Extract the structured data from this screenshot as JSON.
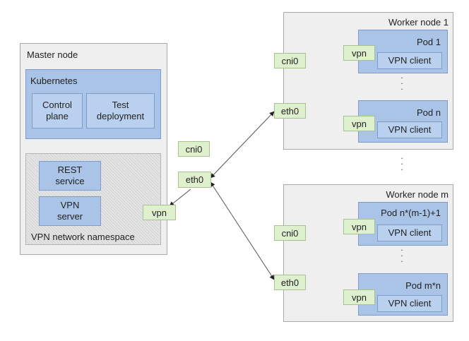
{
  "master": {
    "title": "Master node",
    "kubernetes": {
      "title": "Kubernetes",
      "control_plane": "Control\nplane",
      "test_deployment": "Test\ndeployment"
    },
    "namespace": {
      "label": "VPN network namespace",
      "rest_service": "REST\nservice",
      "vpn_server": "VPN\nserver"
    },
    "cni0": "cni0",
    "eth0": "eth0",
    "vpn": "vpn"
  },
  "worker1": {
    "title": "Worker node 1",
    "cni0": "cni0",
    "eth0": "eth0",
    "pods": [
      {
        "title": "Pod 1",
        "client": "VPN client",
        "vpn": "vpn"
      },
      {
        "title": "Pod n",
        "client": "VPN client",
        "vpn": "vpn"
      }
    ]
  },
  "workerm": {
    "title": "Worker node m",
    "cni0": "cni0",
    "eth0": "eth0",
    "pods": [
      {
        "title": "Pod n*(m-1)+1",
        "client": "VPN client",
        "vpn": "vpn"
      },
      {
        "title": "Pod m*n",
        "client": "VPN client",
        "vpn": "vpn"
      }
    ]
  },
  "ellipsis": "·\n·\n·",
  "colors": {
    "node_bg": "#efefef",
    "kubernetes_blue": "#a9c4e6",
    "interface_green": "#dff0cf"
  }
}
